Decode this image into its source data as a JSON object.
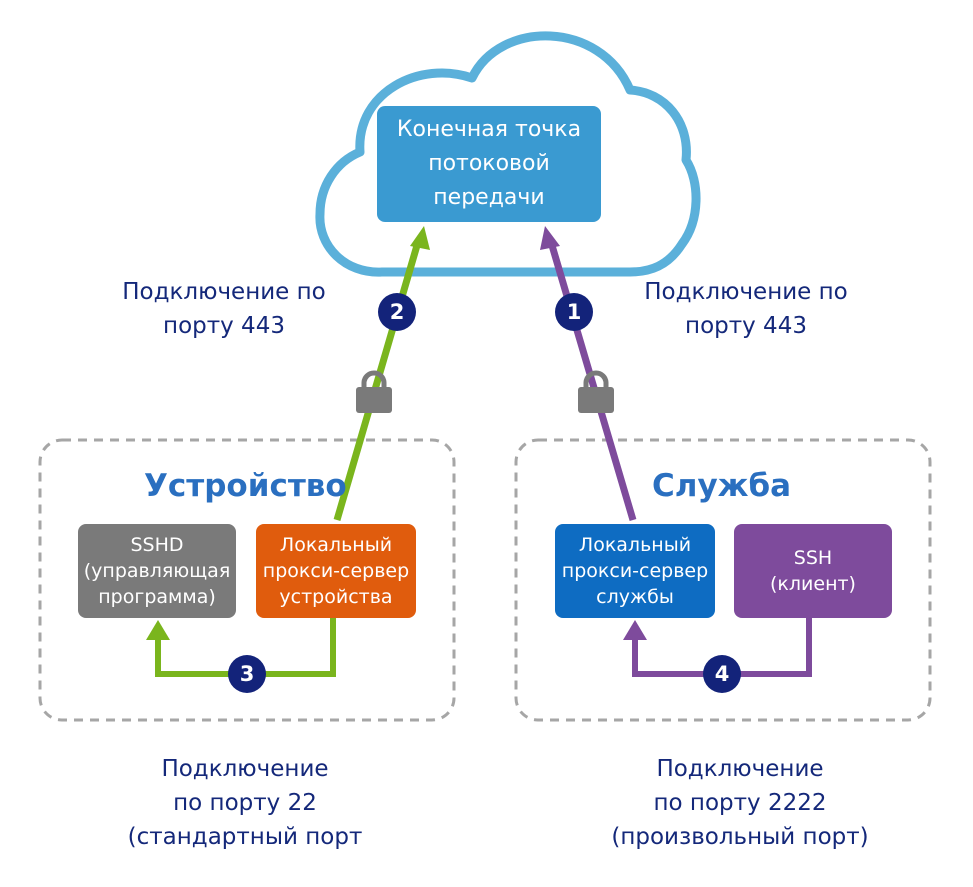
{
  "cloud": {
    "endpoint_label": "Конечная точка\nпотоковой\nпередачи"
  },
  "left": {
    "port_label": "Подключение по\nпорту 443",
    "group_title": "Устройство",
    "sshd_label": "SSHD\n(управляющая\nпрограмма)",
    "proxy_label": "Локальный\nпрокси-сервер\nустройства",
    "bottom_label": "Подключение\nпо порту 22\n(стандартный порт"
  },
  "right": {
    "port_label": "Подключение по\nпорту 443",
    "group_title": "Служба",
    "proxy_label": "Локальный\nпрокси-сервер\nслужбы",
    "ssh_label": "SSH\n(клиент)",
    "bottom_label": "Подключение\nпо порту 2222\n(произвольный порт)"
  },
  "badges": {
    "b1": "1",
    "b2": "2",
    "b3": "3",
    "b4": "4"
  },
  "colors": {
    "cloud_stroke": "#5bb0da",
    "endpoint_fill": "#3a9ad1",
    "green": "#7ab51d",
    "purple": "#7e4b9c",
    "sshd_fill": "#7a7a7a",
    "device_proxy_fill": "#e05c0d",
    "service_proxy_fill": "#0e6cc2",
    "ssh_fill": "#7e4b9c",
    "badge_fill": "#13237a",
    "lock": "#7a7a7a"
  }
}
